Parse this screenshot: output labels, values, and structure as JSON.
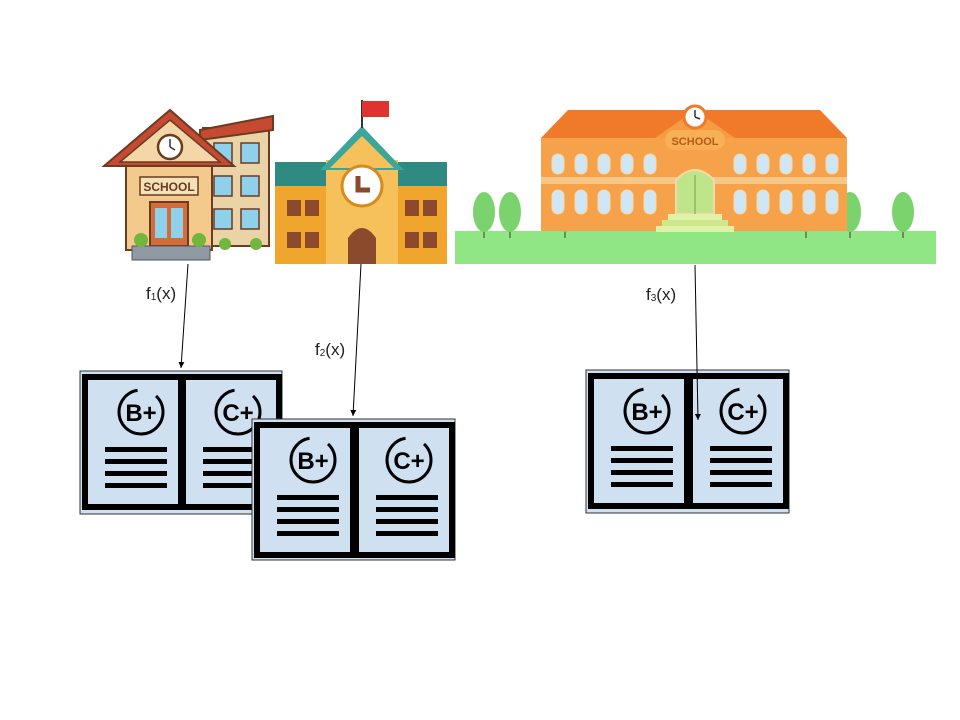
{
  "diagram": {
    "schools": [
      {
        "sign": "SCHOOL"
      },
      {
        "sign": ""
      },
      {
        "sign": "SCHOOL"
      }
    ],
    "functions": [
      {
        "name": "f",
        "sub": "1",
        "arg": "(x)"
      },
      {
        "name": "f",
        "sub": "2",
        "arg": "(x)"
      },
      {
        "name": "f",
        "sub": "3",
        "arg": "(x)"
      }
    ],
    "report_cards": {
      "grades": [
        "B+",
        "C+"
      ]
    },
    "colors": {
      "card_bg": "#cfe0f1",
      "school1_wall": "#f3c98c",
      "school2_wall": "#f0a62c",
      "school2_roof": "#2f8a82",
      "school3_roof": "#f07a2a",
      "school3_wall": "#f6a24a",
      "grass": "#90e684",
      "tree": "#7bd36e"
    }
  }
}
